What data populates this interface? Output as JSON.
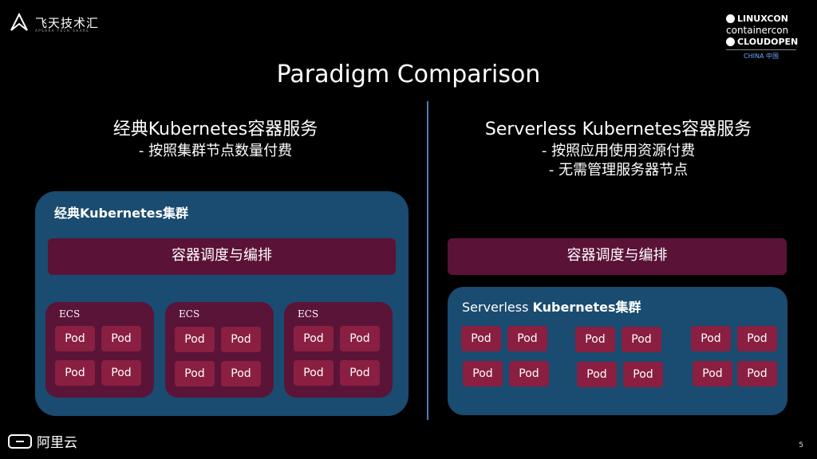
{
  "header": {
    "brand": "飞天技术汇",
    "brand_sub": "APSARA TECH SHARE",
    "conf_linuxcon": "LINUXCON",
    "conf_containercon": "containercon",
    "conf_cloudopen": "CLOUDOPEN",
    "conf_china": "CHINA 中国"
  },
  "title": "Paradigm Comparison",
  "left": {
    "heading": "经典Kubernetes容器服务",
    "bullets": [
      "- 按照集群节点数量付费"
    ],
    "cluster_title": "经典Kubernetes集群",
    "scheduler": "容器调度与编排",
    "node_label": "ECS",
    "pod_label": "Pod"
  },
  "right": {
    "heading": "Serverless Kubernetes容器服务",
    "bullets": [
      "- 按照应用使用资源付费",
      "- 无需管理服务器节点"
    ],
    "cluster_title_plain": "Serverless ",
    "cluster_title_bold": "Kubernetes集群",
    "scheduler": "容器调度与编排",
    "pod_label": "Pod"
  },
  "footer": {
    "company": "阿里云",
    "page": "5"
  }
}
